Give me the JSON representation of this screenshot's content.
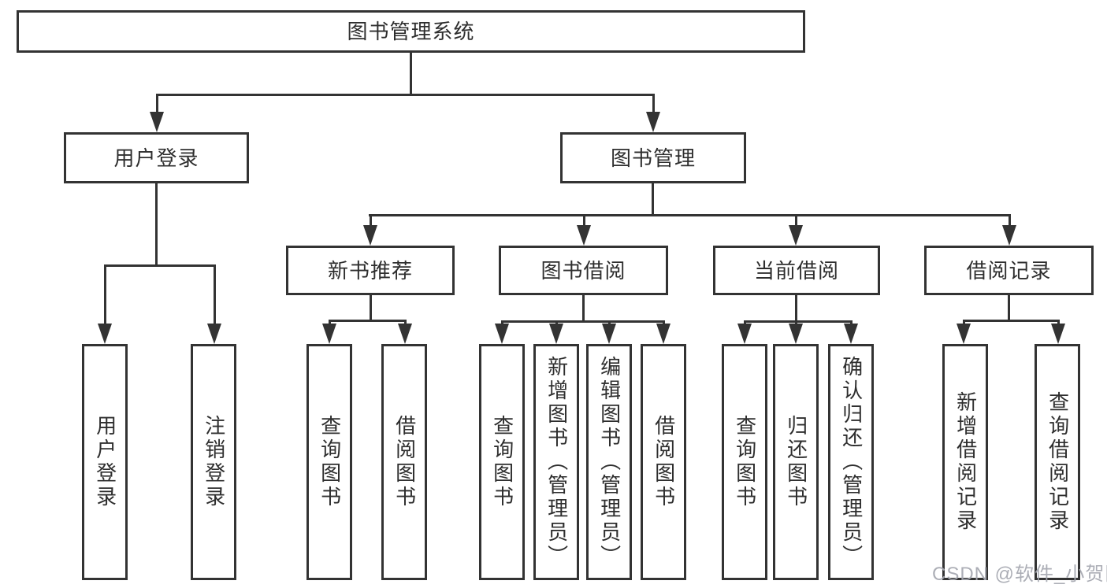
{
  "diagram": {
    "root": {
      "label": "图书管理系统"
    },
    "level1": [
      {
        "label": "用户登录"
      },
      {
        "label": "图书管理"
      }
    ],
    "level2": [
      {
        "label": "新书推荐"
      },
      {
        "label": "图书借阅"
      },
      {
        "label": "当前借阅"
      },
      {
        "label": "借阅记录"
      }
    ],
    "leaves": [
      {
        "label": "用户登录"
      },
      {
        "label": "注销登录"
      },
      {
        "label": "查询图书"
      },
      {
        "label": "借阅图书"
      },
      {
        "label": "查询图书"
      },
      {
        "label": "新增图书（管理员）"
      },
      {
        "label": "编辑图书（管理员）"
      },
      {
        "label": "借阅图书"
      },
      {
        "label": "查询图书"
      },
      {
        "label": "归还图书"
      },
      {
        "label": "确认归还（管理员）"
      },
      {
        "label": "新增借阅记录"
      },
      {
        "label": "查询借阅记录"
      }
    ],
    "watermark": "CSDN @软件_小贺同学",
    "colors": {
      "line": "#333333",
      "text": "#2e2e2e",
      "bg": "#ffffff",
      "watermark": "#a5a8b0"
    }
  }
}
